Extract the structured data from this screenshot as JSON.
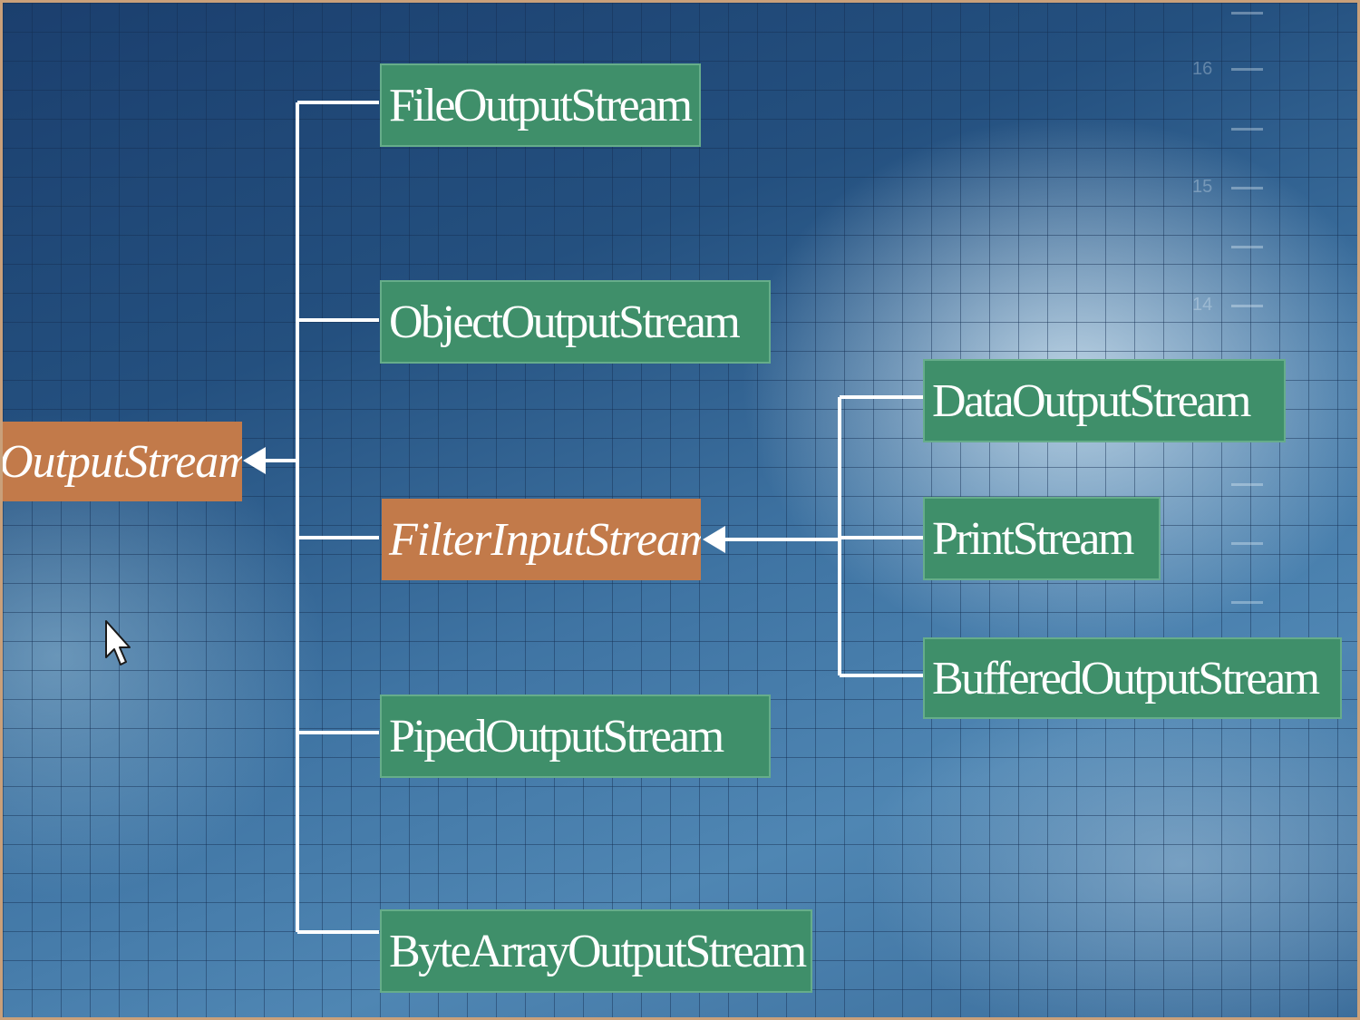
{
  "diagram": {
    "root": {
      "label": "OutputStream"
    },
    "children": [
      {
        "label": "FileOutputStream"
      },
      {
        "label": "ObjectOutputStream"
      },
      {
        "label": "FilterInputStream"
      },
      {
        "label": "PipedOutputStream"
      },
      {
        "label": "ByteArrayOutputStream"
      }
    ],
    "filter_children": [
      {
        "label": "DataOutputStream"
      },
      {
        "label": "PrintStream"
      },
      {
        "label": "BufferedOutputStream"
      }
    ]
  },
  "background_ruler": {
    "numbers": [
      "16",
      "15",
      "14"
    ]
  },
  "colors": {
    "abstract_node": "#c27a4a",
    "concrete_node": "#3f8f6a",
    "connector": "#ffffff",
    "background": "#2a5a8a"
  },
  "icons": {
    "cursor": "mouse-pointer-icon",
    "arrow": "arrowhead-left-icon"
  }
}
